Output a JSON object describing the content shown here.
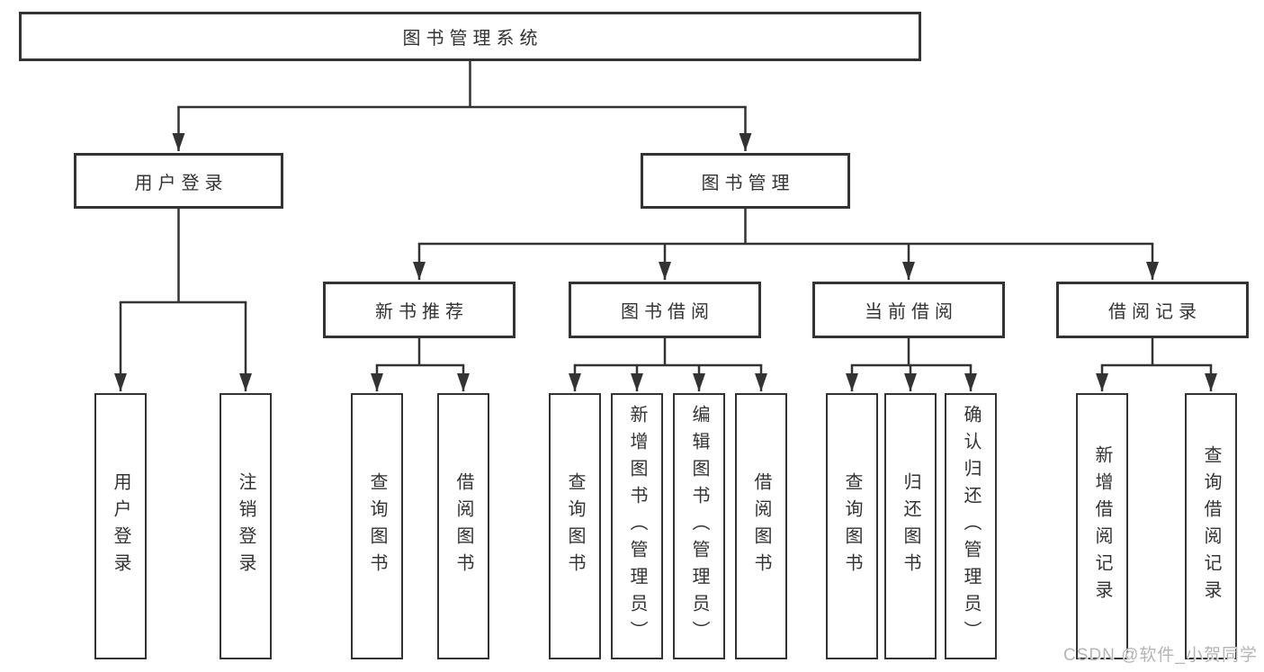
{
  "colors": {
    "line": "#333333",
    "text": "#333333",
    "box_background": "#ffffff",
    "watermark_text": "#b5b5b5"
  },
  "watermark": {
    "text": "CSDN @软件_小贺同学"
  },
  "nodes": {
    "root": {
      "label": "图书管理系统"
    },
    "level2": {
      "user_login": {
        "label": "用户登录"
      },
      "book_management": {
        "label": "图书管理"
      }
    },
    "level3": {
      "new_book_recommendation": {
        "label": "新书推荐"
      },
      "book_borrowing": {
        "label": "图书借阅"
      },
      "current_borrowing": {
        "label": "当前借阅"
      },
      "borrowing_records": {
        "label": "借阅记录"
      }
    },
    "leaves": {
      "user_login": {
        "label": "用户登录"
      },
      "logout": {
        "label": "注销登录"
      },
      "new_book_query": {
        "label": "查询图书"
      },
      "new_book_borrow": {
        "label": "借阅图书"
      },
      "borrow_query": {
        "label": "查询图书"
      },
      "borrow_add_admin": {
        "label": "新增图书（管理员）"
      },
      "borrow_edit_admin": {
        "label": "编辑图书（管理员）"
      },
      "borrow_borrow": {
        "label": "借阅图书"
      },
      "current_query": {
        "label": "查询图书"
      },
      "current_return": {
        "label": "归还图书"
      },
      "current_confirm_admin": {
        "label": "确认归还（管理员）"
      },
      "record_add": {
        "label": "新增借阅记录"
      },
      "record_query": {
        "label": "查询借阅记录"
      }
    }
  },
  "hierarchy": {
    "图书管理系统": [
      "用户登录",
      "图书管理"
    ],
    "用户登录": [
      "用户登录",
      "注销登录"
    ],
    "图书管理": [
      "新书推荐",
      "图书借阅",
      "当前借阅",
      "借阅记录"
    ],
    "新书推荐": [
      "查询图书",
      "借阅图书"
    ],
    "图书借阅": [
      "查询图书",
      "新增图书（管理员）",
      "编辑图书（管理员）",
      "借阅图书"
    ],
    "当前借阅": [
      "查询图书",
      "归还图书",
      "确认归还（管理员）"
    ],
    "借阅记录": [
      "新增借阅记录",
      "查询借阅记录"
    ]
  }
}
